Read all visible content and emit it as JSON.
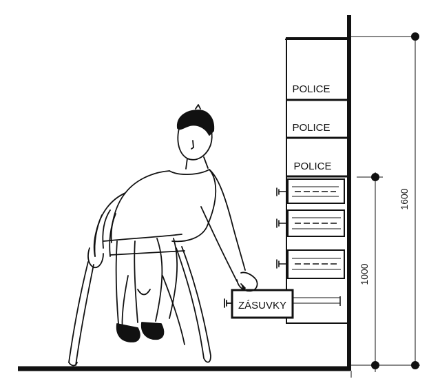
{
  "labels": {
    "shelves": [
      "POLICE",
      "POLICE",
      "POLICE"
    ],
    "drawers": "ZÁSUVKY"
  },
  "dimensions": {
    "total_height": "1600",
    "reach_height": "1000"
  },
  "colors": {
    "ink": "#111111",
    "paper": "#ffffff"
  }
}
